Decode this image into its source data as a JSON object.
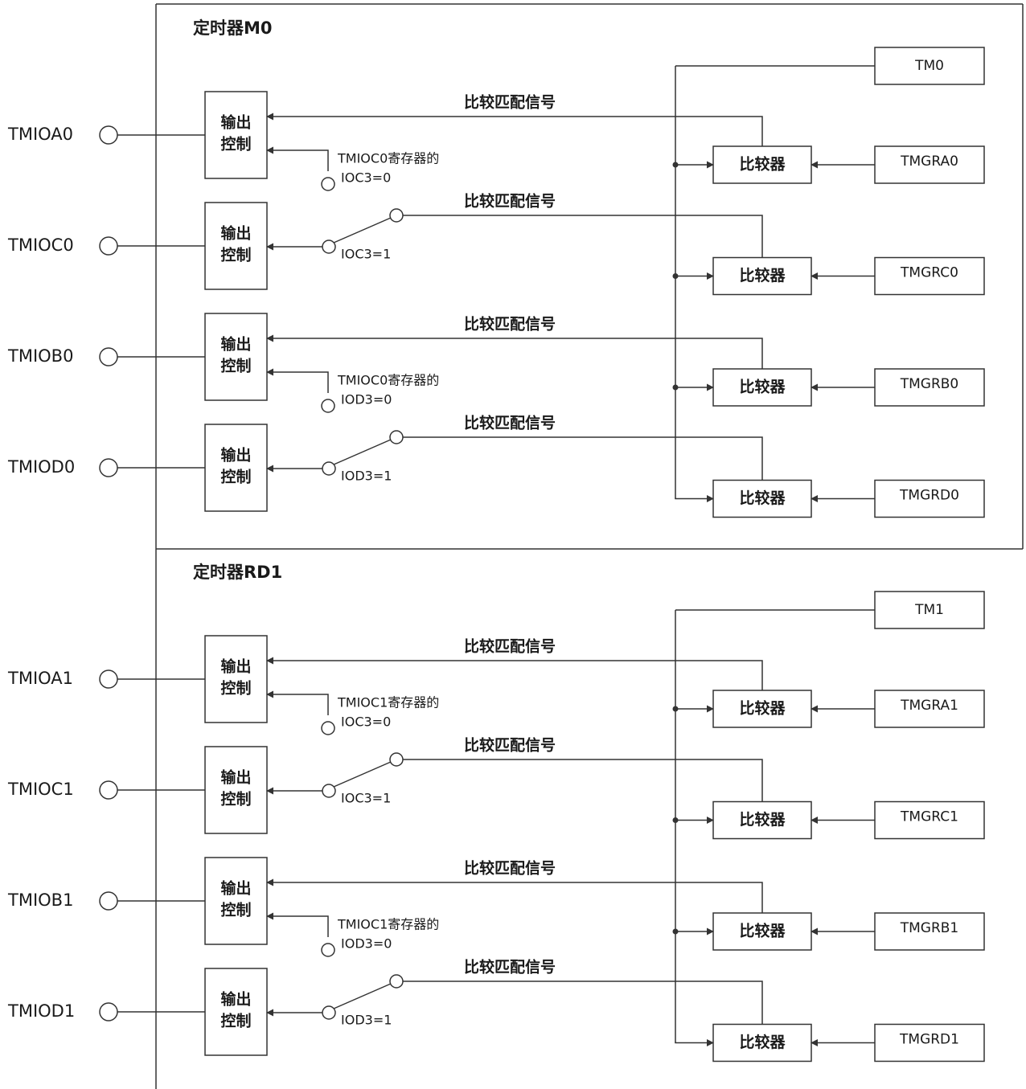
{
  "diagram_title": "",
  "colors": {
    "line": "#333333",
    "text": "#1a1a1a",
    "background": "#ffffff"
  },
  "common_labels": {
    "output_control_line1": "输出",
    "output_control_line2": "控制",
    "comparator": "比较器",
    "compare_match_signal": "比较匹配信号"
  },
  "sections": [
    {
      "title": "定时器M0",
      "counter": "TM0",
      "channels": [
        {
          "pin": "TMIOA0",
          "register": "TMGRA0",
          "mode": "fixed",
          "note_top": "TMIOC0寄存器的",
          "note_bottom": "IOC3=0"
        },
        {
          "pin": "TMIOC0",
          "register": "TMGRC0",
          "mode": "switch",
          "note_top": "",
          "note_bottom": "IOC3=1"
        },
        {
          "pin": "TMIOB0",
          "register": "TMGRB0",
          "mode": "fixed",
          "note_top": "TMIOC0寄存器的",
          "note_bottom": "IOD3=0"
        },
        {
          "pin": "TMIOD0",
          "register": "TMGRD0",
          "mode": "switch",
          "note_top": "",
          "note_bottom": "IOD3=1"
        }
      ]
    },
    {
      "title": "定时器RD1",
      "counter": "TM1",
      "channels": [
        {
          "pin": "TMIOA1",
          "register": "TMGRA1",
          "mode": "fixed",
          "note_top": "TMIOC1寄存器的",
          "note_bottom": "IOC3=0"
        },
        {
          "pin": "TMIOC1",
          "register": "TMGRC1",
          "mode": "switch",
          "note_top": "",
          "note_bottom": "IOC3=1"
        },
        {
          "pin": "TMIOB1",
          "register": "TMGRB1",
          "mode": "fixed",
          "note_top": "TMIOC1寄存器的",
          "note_bottom": "IOD3=0"
        },
        {
          "pin": "TMIOD1",
          "register": "TMGRD1",
          "mode": "switch",
          "note_top": "",
          "note_bottom": "IOD3=1"
        }
      ]
    }
  ]
}
